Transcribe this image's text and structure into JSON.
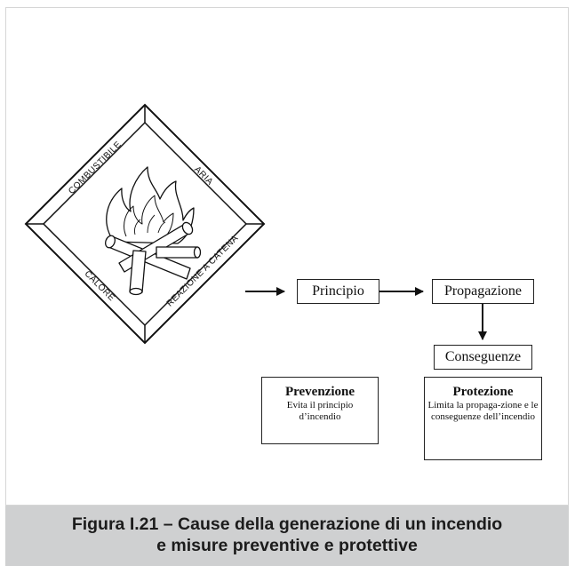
{
  "diagram": {
    "square_labels": {
      "top_left": "COMBUSTIBILE",
      "top_right": "ARIA",
      "bottom_left": "CALORE",
      "bottom_right": "REAZIONE A CATENA"
    },
    "flow": {
      "principio": "Principio",
      "propagazione": "Propagazione",
      "conseguenze": "Conseguenze"
    },
    "prevenzione": {
      "title": "Prevenzione",
      "description": "Evita il principio d’incendio"
    },
    "protezione": {
      "title": "Protezione",
      "description": "Limita la propaga-zione e le conseguenze dell’incendio"
    }
  },
  "caption": {
    "line1": "Figura I.21 – Cause della generazione di un incendio",
    "line2": "e misure preventive e protettive"
  }
}
